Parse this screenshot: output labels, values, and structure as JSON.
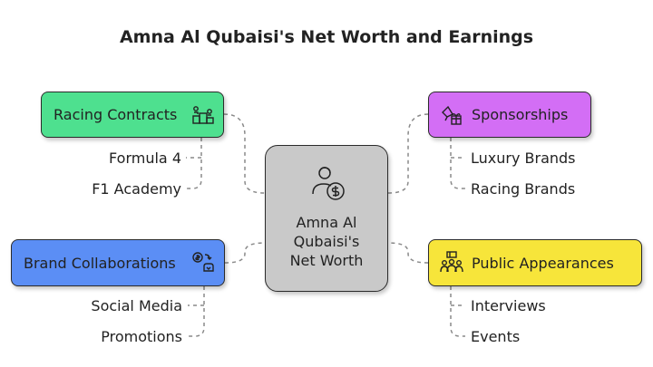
{
  "title": "Amna Al Qubaisi's Net Worth and Earnings",
  "center": {
    "label": "Amna Al\nQubaisi's\nNet Worth",
    "icon": "person-money-icon"
  },
  "branches": {
    "racing": {
      "label": "Racing Contracts",
      "icon": "podium-icon",
      "color": "#4ee08f",
      "items": [
        "Formula 4",
        "F1 Academy"
      ]
    },
    "sponsorships": {
      "label": "Sponsorships",
      "icon": "gift-megaphone-icon",
      "color": "#d36ef5",
      "items": [
        "Luxury Brands",
        "Racing Brands"
      ]
    },
    "brand": {
      "label": "Brand Collaborations",
      "icon": "money-exchange-icon",
      "color": "#5b8ef5",
      "items": [
        "Social Media",
        "Promotions"
      ]
    },
    "public": {
      "label": "Public Appearances",
      "icon": "audience-ticket-icon",
      "color": "#f7e53a",
      "items": [
        "Interviews",
        "Events"
      ]
    }
  }
}
